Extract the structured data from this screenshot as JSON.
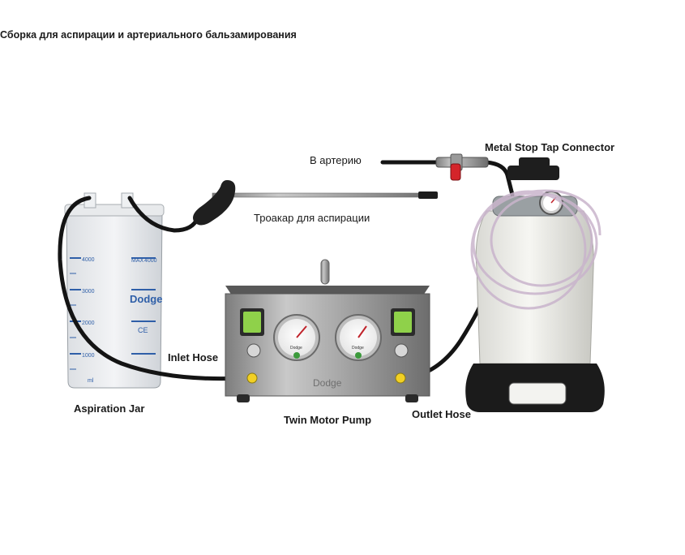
{
  "title": "Сборка для аспирации и артериального бальзамирования",
  "labels": {
    "to_artery": "В артерию",
    "stop_tap": "Metal Stop Tap Connector",
    "trocar": "Троакар для аспирации",
    "inlet_hose": "Inlet Hose",
    "aspiration_jar": "Aspiration Jar",
    "twin_pump": "Twin Motor Pump",
    "outlet_hose": "Outlet Hose"
  },
  "pump": {
    "brand": "Dodge",
    "gauge_left": "Dodge",
    "gauge_right": "Dodge"
  },
  "jar": {
    "brand": "Dodge",
    "max_label": "MAX",
    "max_value": "4000",
    "scale": [
      "4000",
      "3000",
      "2000",
      "1000"
    ],
    "unit": "ml",
    "ce_mark": "CE"
  }
}
